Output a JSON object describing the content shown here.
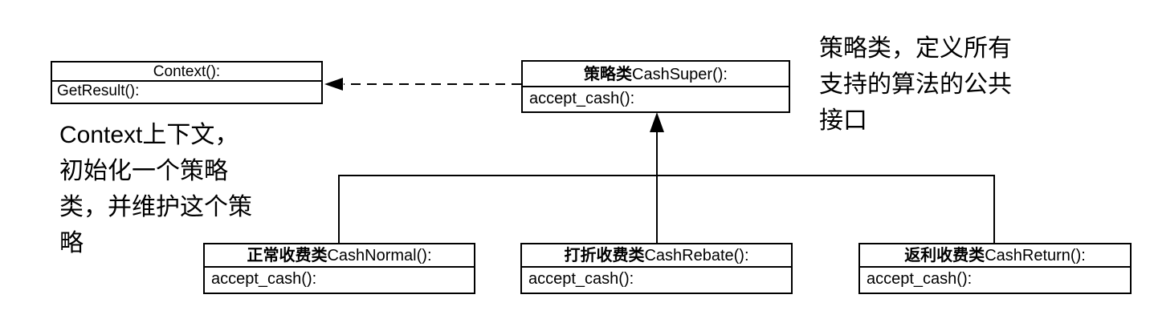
{
  "colors": {
    "line": "#000000",
    "text": "#000000",
    "background": "#ffffff"
  },
  "diagram": {
    "context_box": {
      "title": "Context():",
      "method": "GetResult():"
    },
    "super_box": {
      "title_zh": "策略类",
      "title_en": "CashSuper():",
      "method": "accept_cash():"
    },
    "subclasses": [
      {
        "title_zh": "正常收费类",
        "title_en": "CashNormal():",
        "method": "accept_cash():"
      },
      {
        "title_zh": "打折收费类",
        "title_en": "CashRebate():",
        "method": "accept_cash():"
      },
      {
        "title_zh": "返利收费类",
        "title_en": "CashReturn():",
        "method": "accept_cash():"
      }
    ],
    "context_note_lines": [
      "Context上下文，",
      "初始化一个策略",
      "类，并维护这个策",
      "略"
    ],
    "super_note_lines": [
      "策略类，定义所有",
      "支持的算法的公共",
      "接口"
    ]
  }
}
